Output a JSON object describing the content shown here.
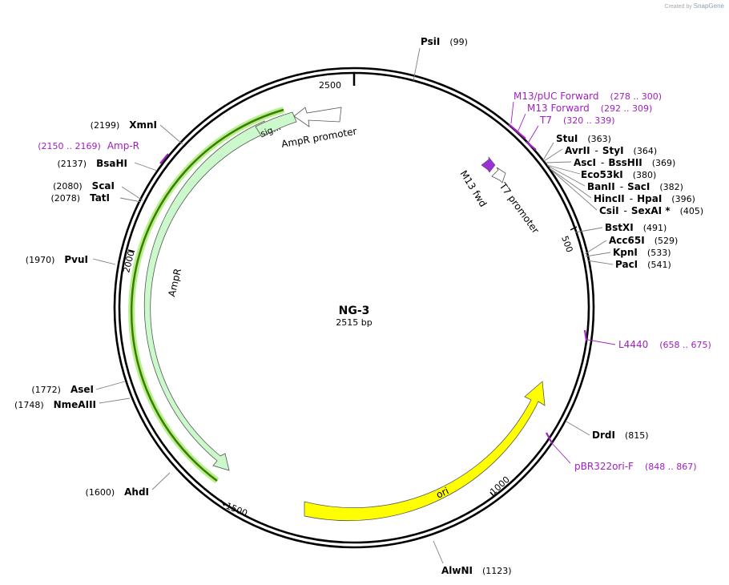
{
  "credit": {
    "prefix": "Created by",
    "brand": "SnapGene"
  },
  "plasmid": {
    "name": "NG-3",
    "length_label": "2515 bp",
    "length": 2515
  },
  "ticks": [
    {
      "bp": 500,
      "label": "500"
    },
    {
      "bp": 1000,
      "label": "1000"
    },
    {
      "bp": 1500,
      "label": "1500"
    },
    {
      "bp": 2000,
      "label": "2000"
    },
    {
      "bp": 2500,
      "label": "2500"
    }
  ],
  "enzymes": [
    {
      "name": "PsiI",
      "pos": "(99)"
    },
    {
      "name": "StuI",
      "pos": "(363)"
    },
    {
      "name": "AvrII",
      "name2": "StyI",
      "pos": "(364)"
    },
    {
      "name": "AscI",
      "name2": "BssHII",
      "pos": "(369)"
    },
    {
      "name": "Eco53kI",
      "pos": "(380)"
    },
    {
      "name": "BanII",
      "name2": "SacI",
      "pos": "(382)"
    },
    {
      "name": "HincII",
      "name2": "HpaI",
      "pos": "(396)"
    },
    {
      "name": "CsiI",
      "name2": "SexAI *",
      "pos": "(405)"
    },
    {
      "name": "BstXI",
      "pos": "(491)"
    },
    {
      "name": "Acc65I",
      "pos": "(529)"
    },
    {
      "name": "KpnI",
      "pos": "(533)"
    },
    {
      "name": "PacI",
      "pos": "(541)"
    },
    {
      "name": "DrdI",
      "pos": "(815)"
    },
    {
      "name": "AlwNI",
      "pos": "(1123)"
    },
    {
      "name": "AhdI",
      "pos": "(1600)"
    },
    {
      "name": "NmeAIII",
      "pos": "(1748)"
    },
    {
      "name": "AseI",
      "pos": "(1772)"
    },
    {
      "name": "PvuI",
      "pos": "(1970)"
    },
    {
      "name": "TatI",
      "pos": "(2078)"
    },
    {
      "name": "ScaI",
      "pos": "(2080)"
    },
    {
      "name": "BsaHI",
      "pos": "(2137)"
    },
    {
      "name": "XmnI",
      "pos": "(2199)"
    }
  ],
  "primers": [
    {
      "name": "M13/pUC Forward",
      "range": "(278 .. 300)"
    },
    {
      "name": "M13 Forward",
      "range": "(292 .. 309)"
    },
    {
      "name": "T7",
      "range": "(320 .. 339)"
    },
    {
      "name": "L4440",
      "range": "(658 .. 675)"
    },
    {
      "name": "pBR322ori-F",
      "range": "(848 .. 867)"
    },
    {
      "name": "Amp-R",
      "range": "(2150 .. 2169)"
    }
  ],
  "features": [
    {
      "name": "AmpR",
      "color": "#ccf9cc"
    },
    {
      "name": "AmpR promoter",
      "color": "#ffffff"
    },
    {
      "name": "sig...",
      "color": "#ccf9cc"
    },
    {
      "name": "ori",
      "color": "#ffff00"
    },
    {
      "name": "M13 fwd",
      "color": "#9b30d9"
    },
    {
      "name": "T7 promoter",
      "color": "#ffffff"
    }
  ],
  "colors": {
    "primer": "#a020c0",
    "ampr_highlight": "#3a7d00",
    "backbone": "#000000",
    "leader": "#808080"
  }
}
